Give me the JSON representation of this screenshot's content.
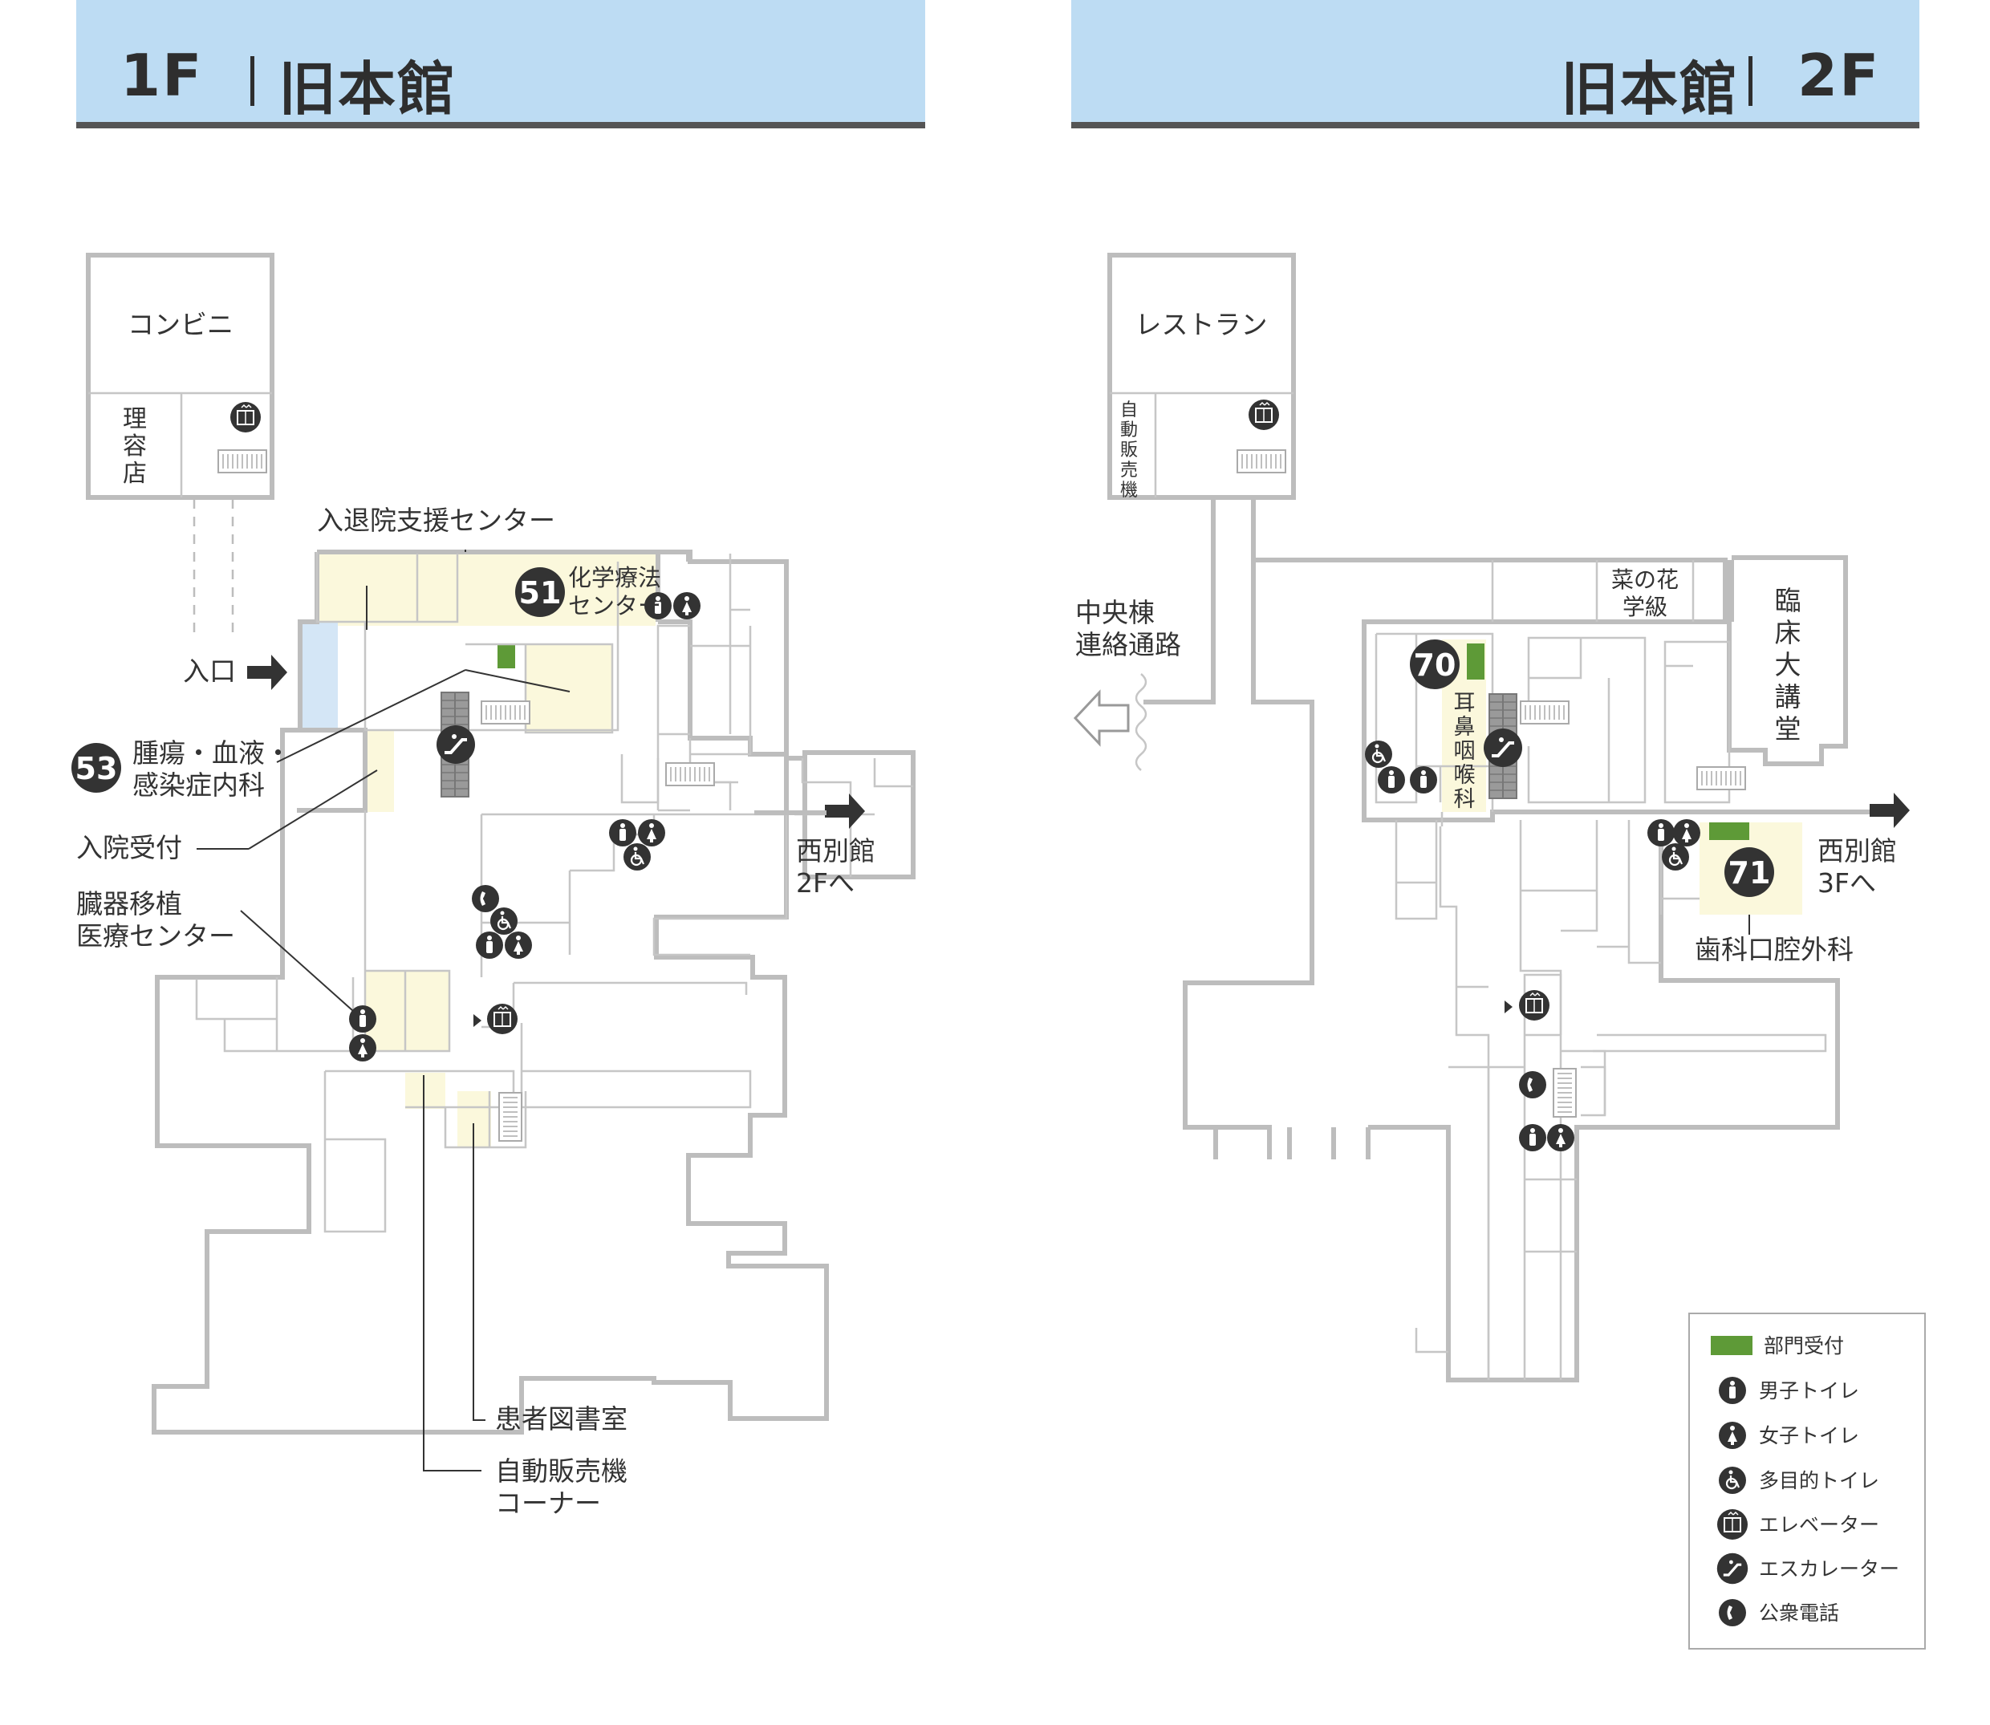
{
  "floor1": {
    "header": {
      "floor": "1F",
      "building": "旧本館"
    },
    "labels": {
      "convenience": "コンビニ",
      "barber": [
        "理",
        "容",
        "店"
      ],
      "discharge_support": "入退院支援センター",
      "chemo_num": "51",
      "chemo": [
        "化学療法",
        "センター"
      ],
      "entrance": "入口",
      "oncology_num": "53",
      "oncology": [
        "腫瘍・血液・",
        "感染症内科"
      ],
      "admission": "入院受付",
      "transplant": [
        "臓器移植",
        "医療センター"
      ],
      "west_annex": [
        "西別館",
        "2Fへ"
      ],
      "library": "患者図書室",
      "vending": [
        "自動販売機",
        "コーナー"
      ]
    }
  },
  "floor2": {
    "header": {
      "building": "旧本館",
      "floor": "2F"
    },
    "labels": {
      "restaurant": "レストラン",
      "vending": [
        "自",
        "動",
        "販",
        "売",
        "機"
      ],
      "central_link": [
        "中央棟",
        "連絡通路"
      ],
      "nanohana": [
        "菜の花",
        "学級"
      ],
      "auditorium": [
        "臨",
        "床",
        "大",
        "講",
        "堂"
      ],
      "ent_num": "70",
      "ent": [
        "耳",
        "鼻",
        "咽",
        "喉",
        "科"
      ],
      "dental_num": "71",
      "dental": "歯科口腔外科",
      "west_annex": [
        "西別館",
        "3Fへ"
      ]
    }
  },
  "legend": {
    "items": [
      {
        "icon": "reception-swatch",
        "label": "部門受付"
      },
      {
        "icon": "mens-toilet-icon",
        "label": "男子トイレ"
      },
      {
        "icon": "womens-toilet-icon",
        "label": "女子トイレ"
      },
      {
        "icon": "accessible-toilet-icon",
        "label": "多目的トイレ"
      },
      {
        "icon": "elevator-icon",
        "label": "エレベーター"
      },
      {
        "icon": "escalator-icon",
        "label": "エスカレーター"
      },
      {
        "icon": "payphone-icon",
        "label": "公衆電話"
      }
    ]
  },
  "colors": {
    "header_bg": "#bddcf3",
    "header_rule": "#555555",
    "wall": "#bdbdbd",
    "highlight_room": "#fbf8dc",
    "entrance_glass": "#d4e6f6",
    "reception": "#5e9a37",
    "icon": "#333333"
  }
}
